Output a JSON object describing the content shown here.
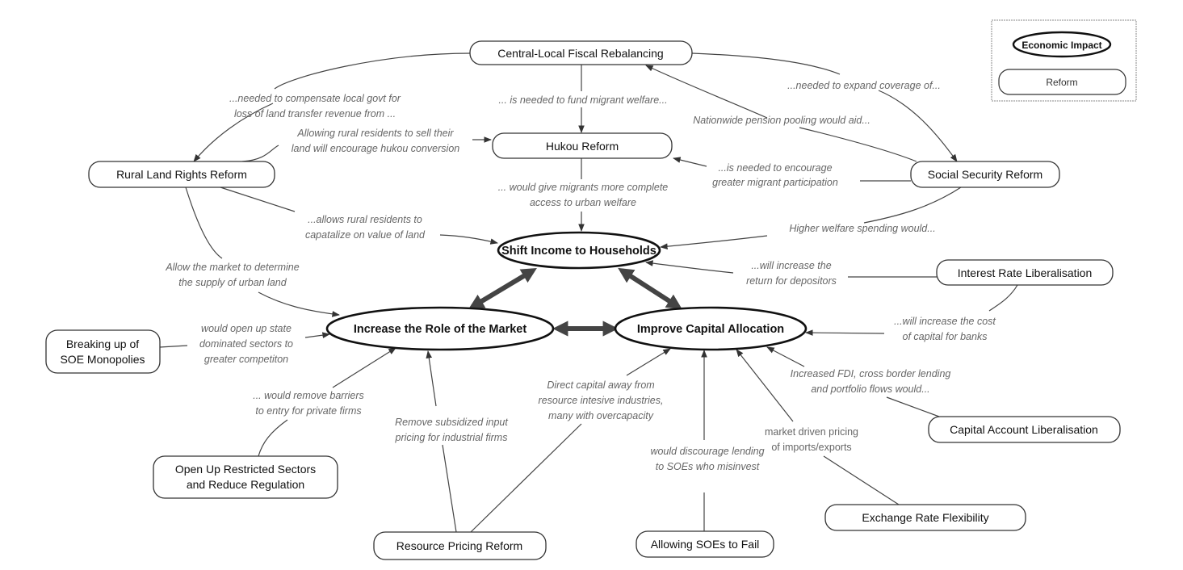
{
  "legend": {
    "impact_label": "Economic Impact",
    "reform_label": "Reform"
  },
  "impacts": {
    "shift_income": "Shift Income to Households",
    "increase_market": "Increase the Role of the Market",
    "improve_capital": "Improve Capital Allocation"
  },
  "reforms": {
    "fiscal": "Central-Local Fiscal Rebalancing",
    "hukou": "Hukou Reform",
    "rural_land": "Rural Land Rights Reform",
    "social_security": "Social Security Reform",
    "interest_rate": "Interest Rate Liberalisation",
    "breaking_soe": [
      "Breaking up of",
      "SOE Monopolies"
    ],
    "open_up": [
      "Open Up Restricted Sectors",
      "and Reduce Regulation"
    ],
    "resource_pricing": "Resource Pricing Reform",
    "allowing_soe_fail": "Allowing SOEs to Fail",
    "exchange_rate": "Exchange Rate Flexibility",
    "capital_account": "Capital Account Liberalisation"
  },
  "edge_labels": {
    "fiscal_to_rural": [
      "...needed to compensate local govt for",
      "loss of land transfer revenue from ..."
    ],
    "fiscal_to_hukou": "... is needed to fund migrant welfare...",
    "fiscal_to_social": "...needed to expand coverage of...",
    "social_to_fiscal": "Nationwide pension pooling would aid...",
    "rural_to_hukou": [
      "Allowing rural residents to sell their",
      "land will encourage hukou conversion"
    ],
    "social_to_hukou": [
      "...is needed to encourage",
      "greater migrant participation"
    ],
    "hukou_to_shift": [
      "... would give migrants more complete",
      "access to urban welfare"
    ],
    "rural_to_shift": [
      "...allows rural residents to",
      "capatalize on value of land"
    ],
    "social_to_shift": "Higher welfare spending would...",
    "rural_to_market": [
      "Allow the market to determine",
      "the supply of urban land"
    ],
    "interest_to_shift": [
      "...will increase the",
      "return for depositors"
    ],
    "interest_to_capital": [
      "...will increase the cost",
      "of capital for banks"
    ],
    "breaking_to_market": [
      "would open up state",
      "dominated sectors to",
      "greater competiton"
    ],
    "openup_to_market": [
      "... would remove barriers",
      "to entry for private firms"
    ],
    "resource_to_market": [
      "Remove subsidized input",
      "pricing for industrial firms"
    ],
    "resource_to_capital": [
      "Direct capital away from",
      "resource intesive industries,",
      "many with overcapacity"
    ],
    "soefail_to_capital": [
      "would discourage lending",
      "to SOEs who misinvest"
    ],
    "exchange_to_capital": [
      "market driven pricing",
      "of imports/exports"
    ],
    "capacct_to_capital": [
      "Increased FDI, cross border lending",
      "and portfolio flows would..."
    ]
  }
}
